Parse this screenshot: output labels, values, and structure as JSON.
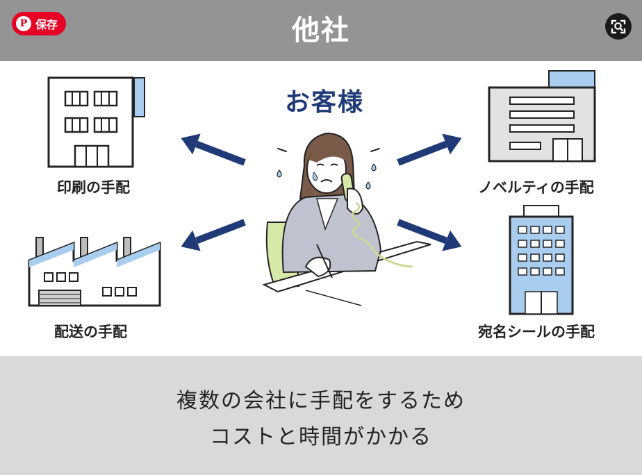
{
  "header": {
    "title": "他社",
    "save_label": "保存",
    "pin_icon": "pinterest-icon",
    "lens_icon": "visual-search-icon"
  },
  "diagram": {
    "center_label": "お客様",
    "nodes": [
      {
        "id": "printing",
        "label": "印刷の手配",
        "icon": "office-building-icon"
      },
      {
        "id": "novelty",
        "label": "ノベルティの手配",
        "icon": "gray-building-icon"
      },
      {
        "id": "shipping",
        "label": "配送の手配",
        "icon": "factory-icon"
      },
      {
        "id": "address_seal",
        "label": "宛名シールの手配",
        "icon": "blue-tower-icon"
      }
    ]
  },
  "footer": {
    "line1": "複数の会社に手配をするため",
    "line2": "コストと時間がかかる"
  },
  "colors": {
    "header_bg": "#949494",
    "footer_bg": "#d9d9d9",
    "navy": "#1f3a77",
    "building_blue": "#a9cdee",
    "pin_red": "#e60023"
  }
}
